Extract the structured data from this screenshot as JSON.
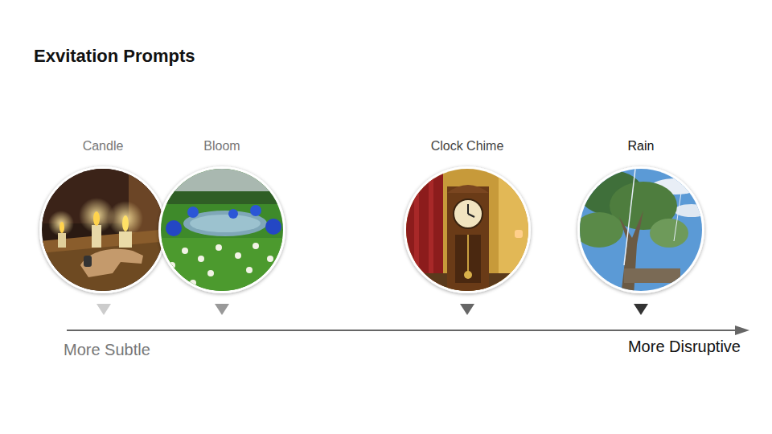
{
  "diagram": {
    "title": "Exvitation Prompts",
    "nodes": [
      {
        "text": [
          "Candle"
        ]
      },
      {
        "text": [
          "Bloom"
        ]
      },
      {
        "text": [
          "Clock Chime"
        ]
      },
      {
        "text": [
          "Rain"
        ]
      }
    ],
    "labels": [
      "More Subtle",
      "More Disruptive"
    ]
  }
}
